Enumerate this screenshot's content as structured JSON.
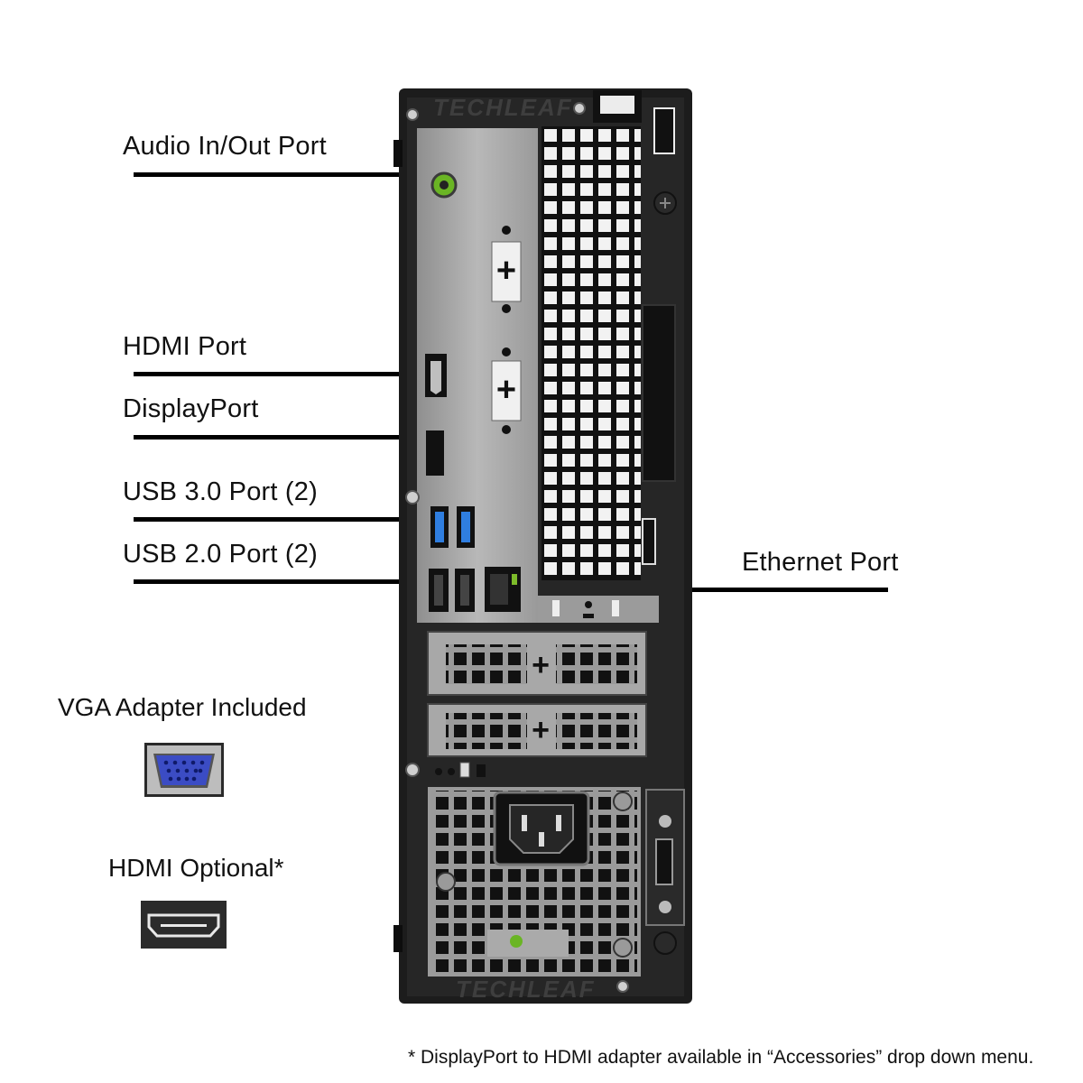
{
  "labels": {
    "audio": "Audio In/Out Port",
    "hdmi": "HDMI Port",
    "displayport": "DisplayPort",
    "usb3": "USB 3.0 Port (2)",
    "usb2": "USB 2.0 Port (2)",
    "ethernet": "Ethernet Port"
  },
  "accessories": {
    "vga": "VGA Adapter Included",
    "hdmi_optional": "HDMI Optional*"
  },
  "footnote": "*  DisplayPort to HDMI adapter available in “Accessories” drop down menu.",
  "watermark": "TECHLEAF",
  "icons": [
    "vga-connector-icon",
    "hdmi-connector-icon"
  ],
  "colors": {
    "chassis": "#1c1c1c",
    "panel": "#a9a9a9",
    "audio_jack": "#7dbb2a",
    "usb3_blue": "#2f7ee0",
    "vga_blue": "#3b4cc4"
  }
}
